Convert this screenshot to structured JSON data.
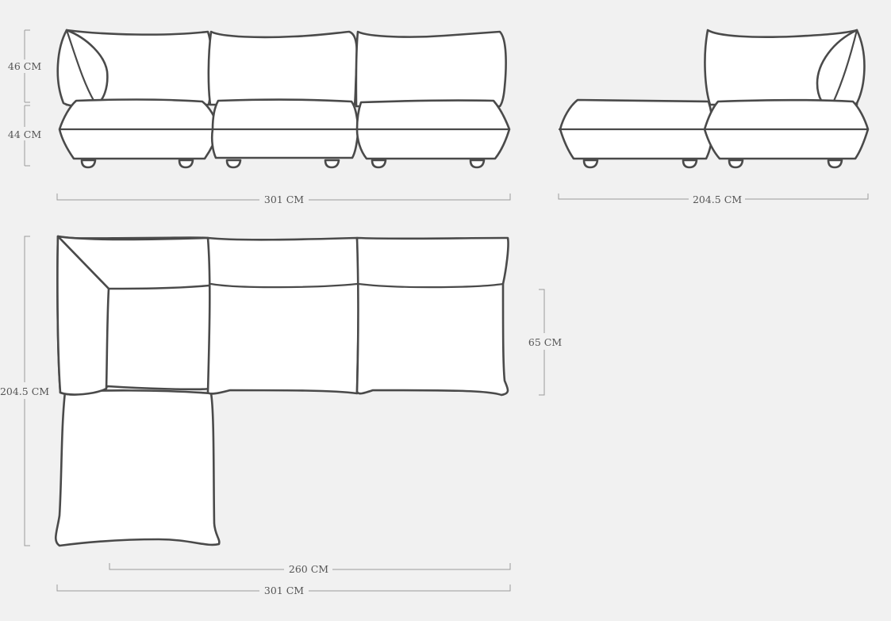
{
  "colors": {
    "background": "#f1f1f1",
    "outline": "#4a4a4a",
    "fill": "#ffffff",
    "dimension_line": "#9a9a9a",
    "label_text": "#555555"
  },
  "front_view": {
    "back_height_label": "46 CM",
    "seat_height_label": "44 CM",
    "width_label": "301 CM"
  },
  "side_view": {
    "width_label": "204.5 CM"
  },
  "top_view": {
    "depth_label": "204.5 CM",
    "seat_depth_label": "65 CM",
    "inner_width_label": "260 CM",
    "width_label": "301 CM"
  }
}
